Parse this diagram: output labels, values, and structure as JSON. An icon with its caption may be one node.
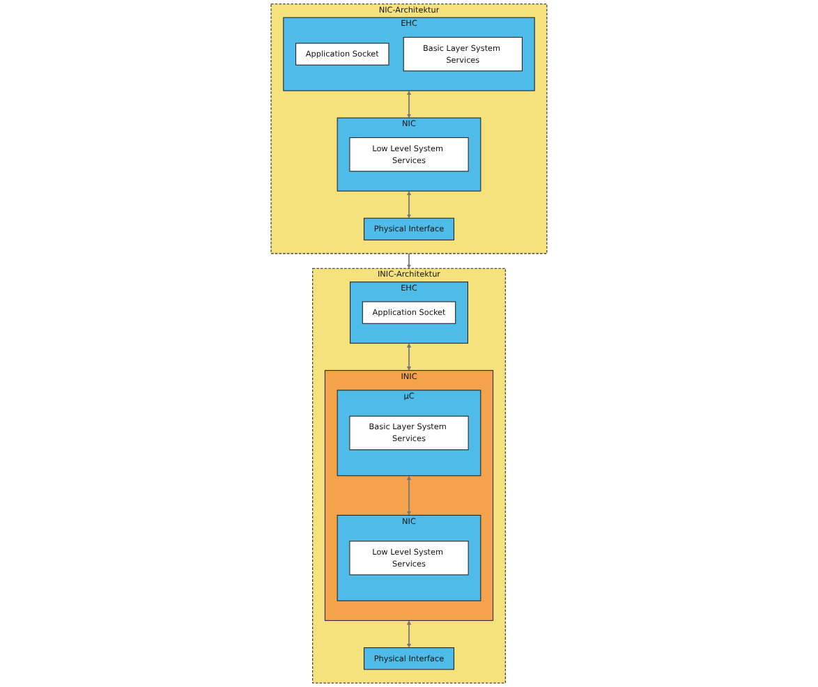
{
  "diagram": {
    "nodes": [
      {
        "text": [
          "NIC-Architektur"
        ]
      },
      {
        "text": [
          "EHC"
        ],
        "in": 0
      },
      {
        "text": [
          "Application Socket"
        ],
        "in": 1
      },
      {
        "text": [
          "Basic Layer System Services"
        ],
        "in": 1
      },
      {
        "text": [
          "NIC"
        ],
        "in": 0
      },
      {
        "text": [
          "Low Level System Services"
        ],
        "in": 4
      },
      {
        "text": [
          "Physical Interface"
        ],
        "in": 0
      },
      {
        "text": [
          "INIC-Architektur"
        ]
      },
      {
        "text": [
          "EHC"
        ],
        "in": 7
      },
      {
        "text": [
          "Application Socket"
        ],
        "in": 8
      },
      {
        "text": [
          "INIC"
        ],
        "in": 7
      },
      {
        "text": [
          "μC"
        ],
        "in": 10
      },
      {
        "text": [
          "Basic Layer System Services"
        ],
        "in": 11
      },
      {
        "text": [
          "NIC"
        ],
        "in": 10
      },
      {
        "text": [
          "Low Level System Services"
        ],
        "in": 13
      },
      {
        "text": [
          "Physical Interface"
        ],
        "in": 7
      }
    ],
    "edges": [
      {
        "from": 1,
        "to": 4,
        "arrow": "both"
      },
      {
        "from": 4,
        "to": 6,
        "arrow": "both"
      },
      {
        "from": 0,
        "to": 7,
        "arrow": "to"
      },
      {
        "from": 8,
        "to": 10,
        "arrow": "both"
      },
      {
        "from": 11,
        "to": 13,
        "arrow": "both"
      },
      {
        "from": 10,
        "to": 15,
        "arrow": "both"
      }
    ]
  }
}
